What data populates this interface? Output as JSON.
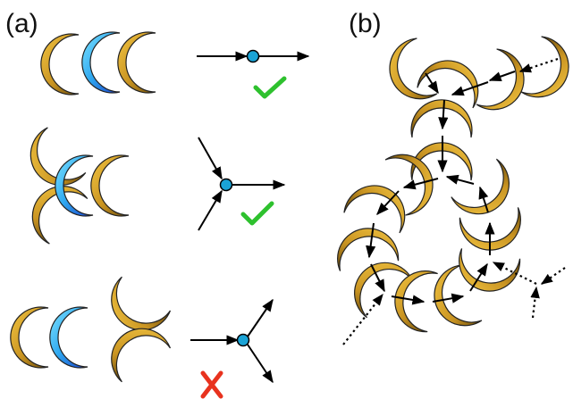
{
  "figure": {
    "panels": [
      {
        "label": "(a)"
      },
      {
        "label": "(b)"
      }
    ],
    "rows": [
      {
        "outcome": "allowed",
        "outcome_icon": "green-check-icon"
      },
      {
        "outcome": "allowed",
        "outcome_icon": "green-check-icon"
      },
      {
        "outcome": "forbidden",
        "outcome_icon": "red-cross-icon"
      }
    ],
    "colors": {
      "gold_dark": "#7a5a10",
      "gold_light": "#f2c542",
      "blue_dark": "#1a4fd6",
      "blue_light": "#7fe4ff",
      "node_fill": "#1aa3d6",
      "check": "#2ec12e",
      "cross": "#e8321e"
    }
  }
}
